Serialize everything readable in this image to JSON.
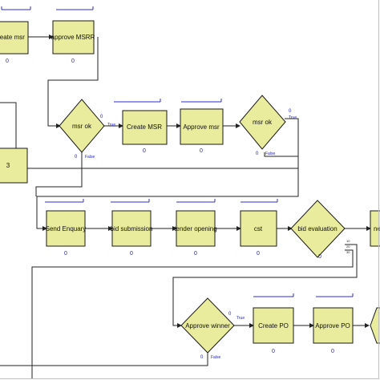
{
  "colors": {
    "module_fill": "#e9ec9c",
    "module_stroke": "#1a1a1a",
    "connector": "#222222",
    "queue_bar": "#2b2bd9",
    "counter": "#2020c8",
    "background": "#ffffff"
  },
  "modules": [
    {
      "id": "create_msr_top",
      "shape": "process",
      "label": "reate msr",
      "counter": "0"
    },
    {
      "id": "approve_msrr",
      "shape": "process",
      "label": "approve MSRR",
      "counter": "0"
    },
    {
      "id": "msr_ok_1",
      "shape": "decision",
      "label": "msr ok",
      "true_label": "True",
      "false_label": "False",
      "true_count": "0",
      "false_count": "0"
    },
    {
      "id": "create_msr",
      "shape": "process",
      "label": "Create MSR",
      "counter": "0"
    },
    {
      "id": "approve_msr",
      "shape": "process",
      "label": "Approve msr",
      "counter": "0"
    },
    {
      "id": "msr_ok_2",
      "shape": "decision",
      "label": "msr ok",
      "true_label": "True",
      "false_label": "False",
      "true_count": "0",
      "false_count": "0"
    },
    {
      "id": "left_box",
      "shape": "process",
      "label": "3",
      "counter": ""
    },
    {
      "id": "send_enquiry",
      "shape": "process",
      "label": "Send Enquary",
      "counter": "0"
    },
    {
      "id": "bid_submission",
      "shape": "process",
      "label": "bid submission",
      "counter": "0"
    },
    {
      "id": "tender_opening",
      "shape": "process",
      "label": "tender opening",
      "counter": "0"
    },
    {
      "id": "cst",
      "shape": "process",
      "label": "cst",
      "counter": "0"
    },
    {
      "id": "bid_evaluation",
      "shape": "decision",
      "label": "bid evaluation",
      "counter": "0"
    },
    {
      "id": "right_box",
      "shape": "process",
      "label": "ne",
      "counter": ""
    },
    {
      "id": "approve_winner",
      "shape": "decision",
      "label": "Approve winner",
      "true_label": "True",
      "false_label": "False",
      "true_count": "0",
      "false_count": "0"
    },
    {
      "id": "create_po",
      "shape": "process",
      "label": "Create PO",
      "counter": "0"
    },
    {
      "id": "approve_po",
      "shape": "process",
      "label": "Approve PO",
      "counter": "0"
    }
  ],
  "bid_evaluation_outputs": [
    "10",
    "20",
    "30"
  ]
}
